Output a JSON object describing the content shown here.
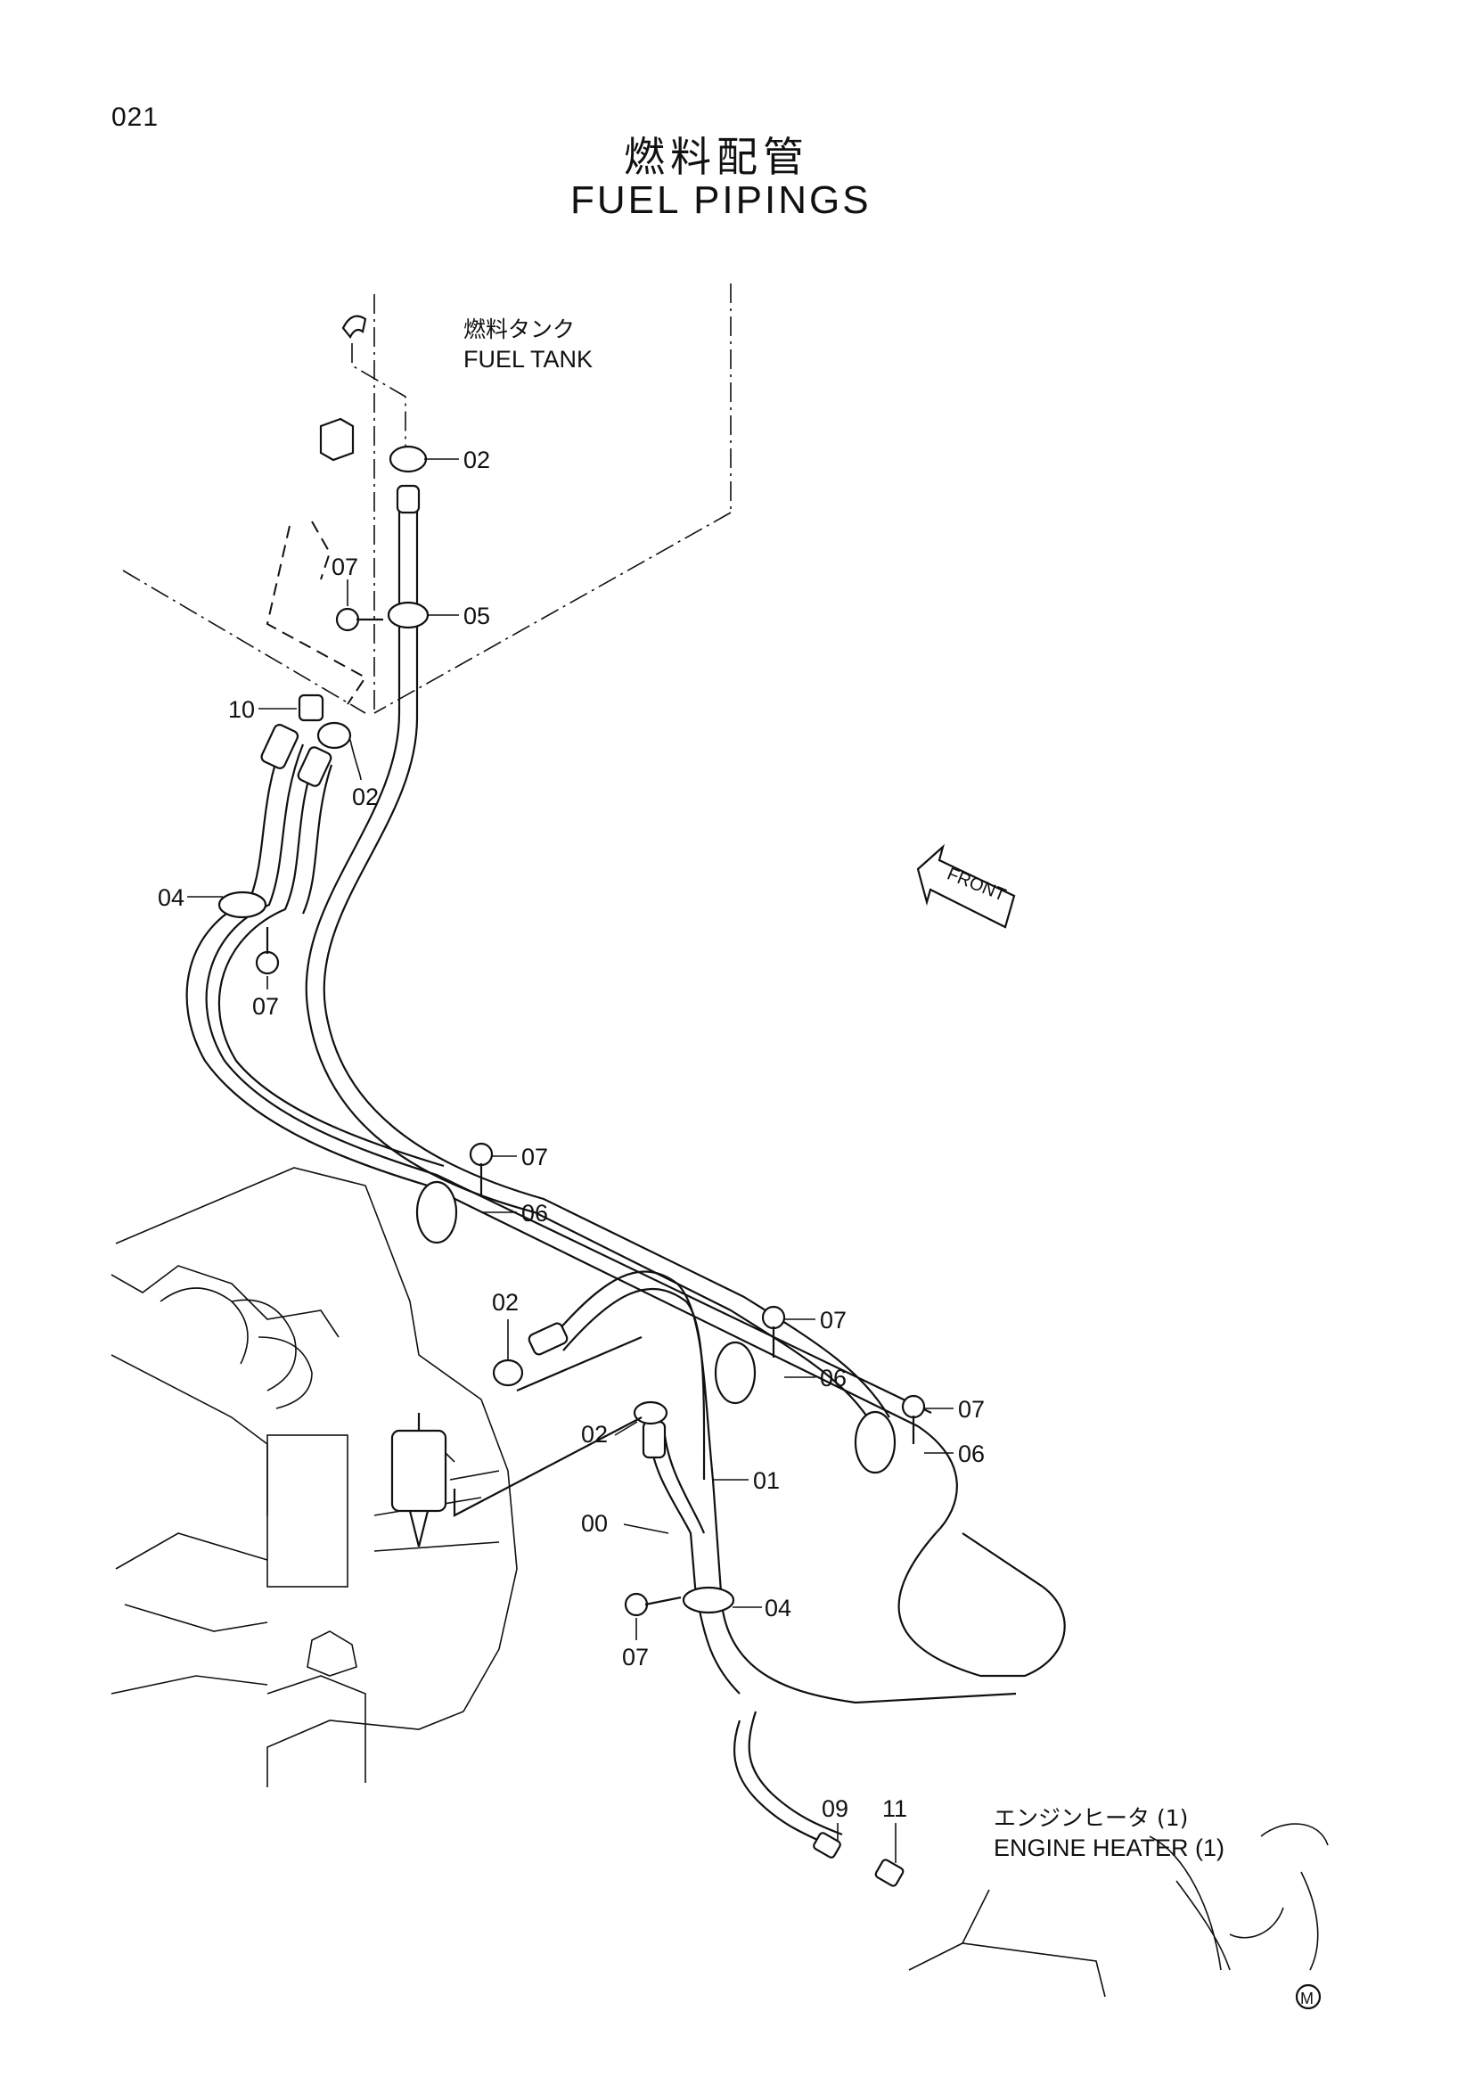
{
  "page": {
    "number": "021"
  },
  "title": {
    "jp": "燃料配管",
    "en": "FUEL PIPINGS"
  },
  "labels": {
    "fuel_tank_jp": "燃料タンク",
    "fuel_tank_en": "FUEL TANK",
    "engine_heater_jp": "エンジンヒータ (1)",
    "engine_heater_en": "ENGINE HEATER (1)",
    "front": "FRONT",
    "mark": "M"
  },
  "callouts": {
    "c02a": "02",
    "c07a": "07",
    "c05": "05",
    "c10": "10",
    "c02b": "02",
    "c04a": "04",
    "c07b": "07",
    "c07c": "07",
    "c06a": "06",
    "c02c": "02",
    "c07d": "07",
    "c06b": "06",
    "c07e": "07",
    "c06c": "06",
    "c02d": "02",
    "c01": "01",
    "c00": "00",
    "c04b": "04",
    "c07f": "07",
    "c09": "09",
    "c11": "11"
  }
}
